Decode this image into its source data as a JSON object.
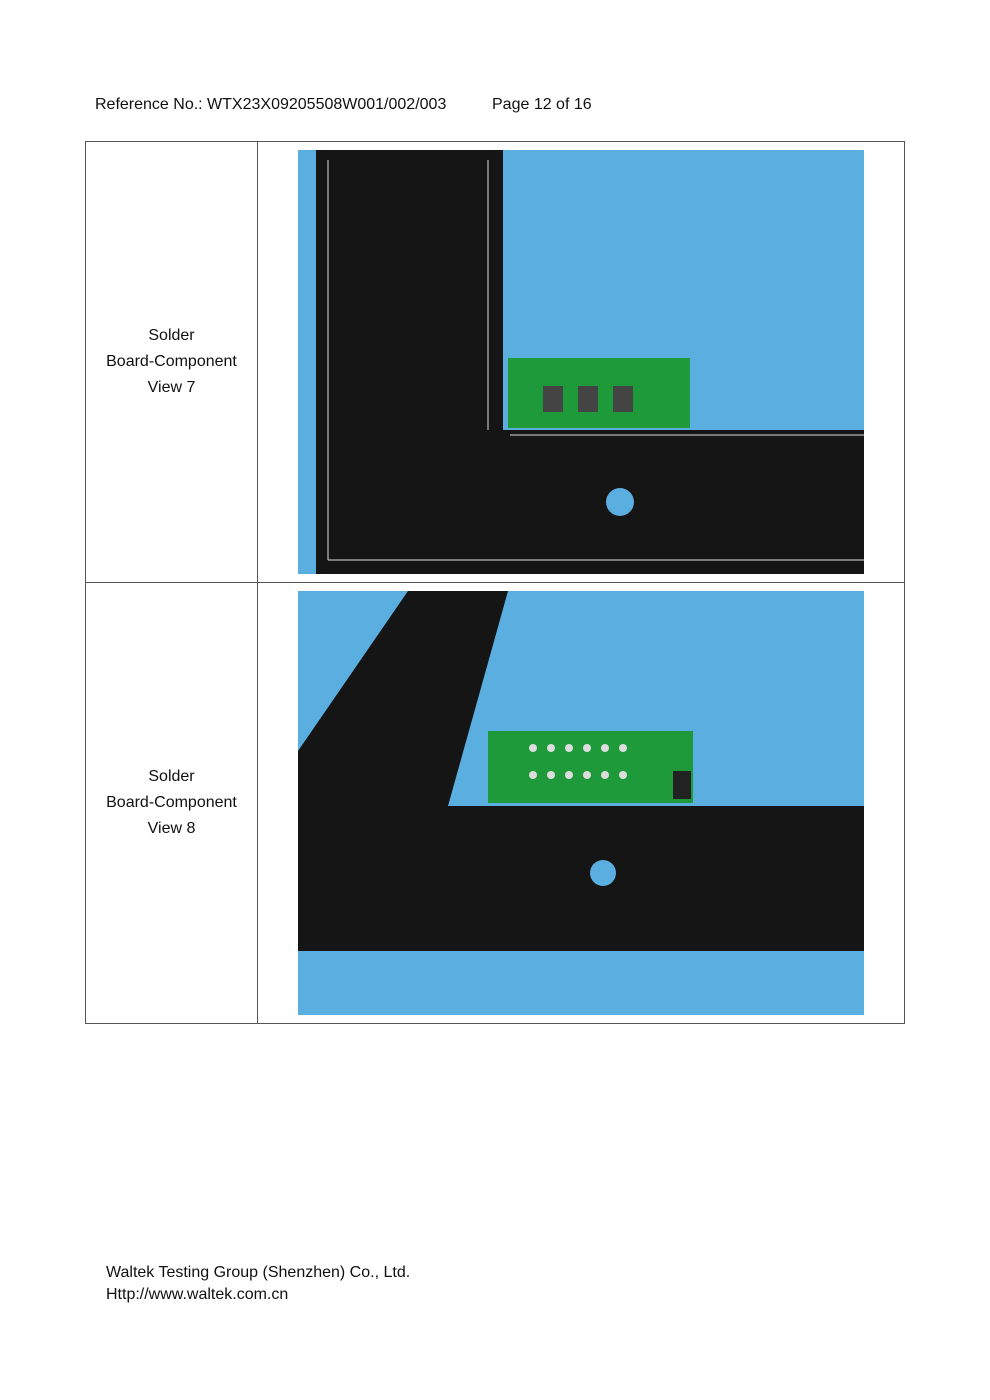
{
  "header": {
    "reference": "Reference No.: WTX23X09205508W001/002/003",
    "page": "Page 12 of 16"
  },
  "rows": [
    {
      "label_lines": [
        "Solder",
        "Board-Component",
        "View 7"
      ],
      "photo": "pcb-top-view-with-ruler"
    },
    {
      "label_lines": [
        "Solder",
        "Board-Component",
        "View 8"
      ],
      "photo": "pcb-bottom-view-with-ruler"
    }
  ],
  "footer": {
    "company": "Waltek Testing Group (Shenzhen) Co., Ltd.",
    "url": "Http://www.waltek.com.cn"
  },
  "colors": {
    "background": "#5aaee0",
    "ruler": "#151515",
    "pcb": "#1f9a3a"
  }
}
